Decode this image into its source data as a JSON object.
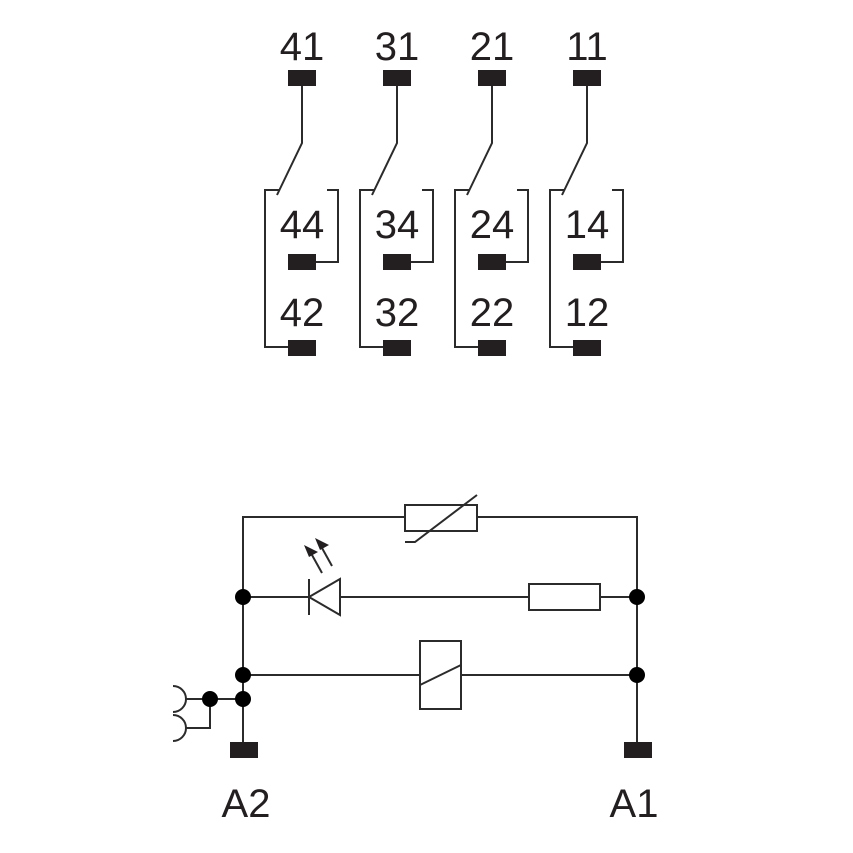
{
  "diagram": {
    "title": "Relay wiring diagram",
    "contacts": [
      {
        "common": "41",
        "no": "44",
        "nc": "42"
      },
      {
        "common": "31",
        "no": "34",
        "nc": "32"
      },
      {
        "common": "21",
        "no": "24",
        "nc": "22"
      },
      {
        "common": "11",
        "no": "14",
        "nc": "12"
      }
    ],
    "coil": {
      "terminal_left": "A2",
      "terminal_right": "A1",
      "components": [
        "varistor",
        "led-indicator",
        "resistor",
        "relay-coil",
        "test-button"
      ]
    },
    "colors": {
      "ink": "#231f20",
      "line": "#2b2b2b",
      "background": "#ffffff"
    }
  }
}
